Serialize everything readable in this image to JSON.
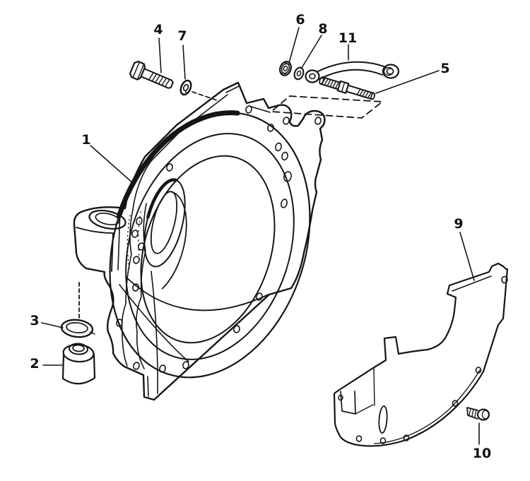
{
  "figure": {
    "kind": "exploded-parts-diagram",
    "background_color": "#ffffff",
    "line_color": "#151515"
  },
  "callouts": [
    {
      "label": "1",
      "part": "flywheel-housing"
    },
    {
      "label": "2",
      "part": "grommet-bushing"
    },
    {
      "label": "3",
      "part": "o-ring-seal"
    },
    {
      "label": "4",
      "part": "hex-bolt"
    },
    {
      "label": "5",
      "part": "double-end-stud"
    },
    {
      "label": "6",
      "part": "hex-nut"
    },
    {
      "label": "7",
      "part": "lock-washer"
    },
    {
      "label": "8",
      "part": "flat-washer"
    },
    {
      "label": "9",
      "part": "lower-cover-plate"
    },
    {
      "label": "10",
      "part": "cover-screw"
    },
    {
      "label": "11",
      "part": "ground-strap"
    }
  ]
}
